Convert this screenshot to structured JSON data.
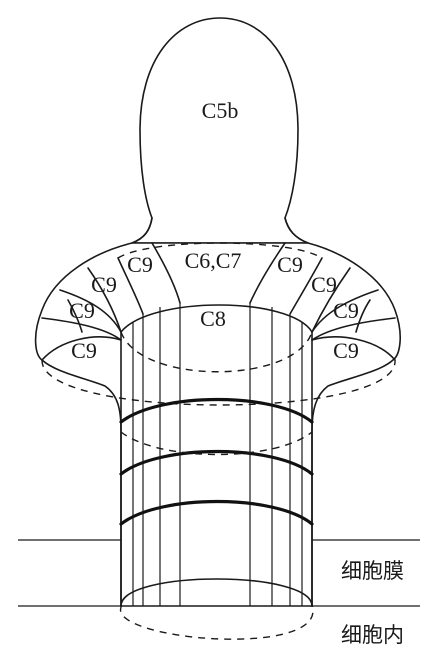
{
  "labels": {
    "c5b": "C5b",
    "c6c7": "C6,C7",
    "c8": "C8",
    "c9": "C9"
  },
  "side_labels": {
    "membrane": "细胞膜",
    "intracellular": "细胞内"
  }
}
